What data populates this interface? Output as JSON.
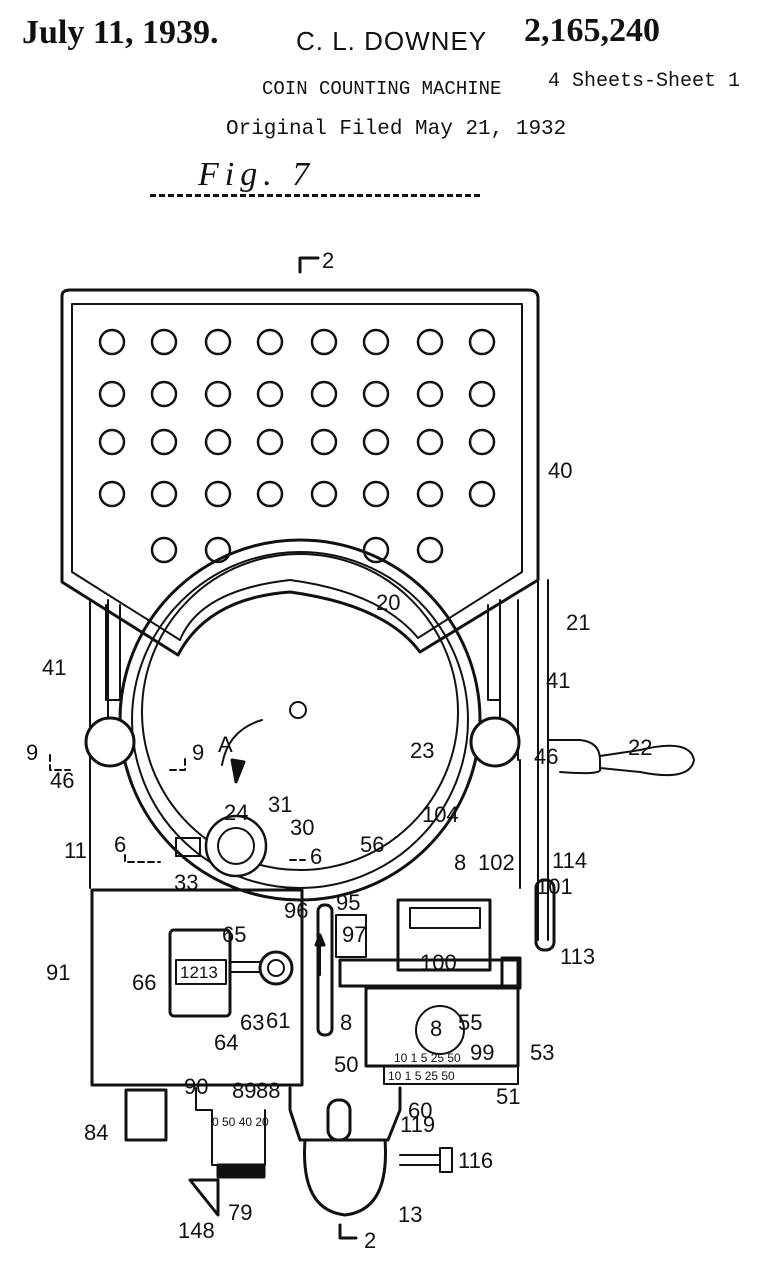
{
  "header": {
    "date": "July 11, 1939.",
    "inventor": "C. L. DOWNEY",
    "patent_number": "2,165,240",
    "title": "COIN COUNTING MACHINE",
    "sheets": "4 Sheets-Sheet 1",
    "filed": "Original Filed May 21, 1932"
  },
  "figure": {
    "label": "Fig. 7"
  },
  "references": {
    "r2_top": "2",
    "r2_bottom": "2",
    "r40": "40",
    "r20": "20",
    "r21": "21",
    "r41_left": "41",
    "r41_right": "41",
    "r9_left": "9",
    "r9_right": "9",
    "rA": "A",
    "r46_left": "46",
    "r46_right": "46",
    "r23": "23",
    "r22": "22",
    "r24": "24",
    "r31": "31",
    "r30": "30",
    "r104": "104",
    "r11": "11",
    "r56": "56",
    "r114": "114",
    "r6_left": "6",
    "r6_right": "6",
    "r8_top": "8",
    "r102": "102",
    "r33": "33",
    "r96": "96",
    "r95": "95",
    "r101": "101",
    "r97": "97",
    "r113": "113",
    "r91": "91",
    "r65": "65",
    "r66": "66",
    "r100": "100",
    "r55": "55",
    "r99": "99",
    "r8_mid": "8",
    "r8_low": "8",
    "r63": "63",
    "r61": "61",
    "r64": "64",
    "r50": "50",
    "r53": "53",
    "r90": "90",
    "r89": "89",
    "r88": "88",
    "r60": "60",
    "r51": "51",
    "r84": "84",
    "r119": "119",
    "r116": "116",
    "r79": "79",
    "r148": "148",
    "r13": "13",
    "counter_digits": "1213",
    "scale_top": "10 1 5 25 50",
    "scale_bottom": "10 1 5 25 50",
    "scale_left": "0 50 40 20"
  }
}
